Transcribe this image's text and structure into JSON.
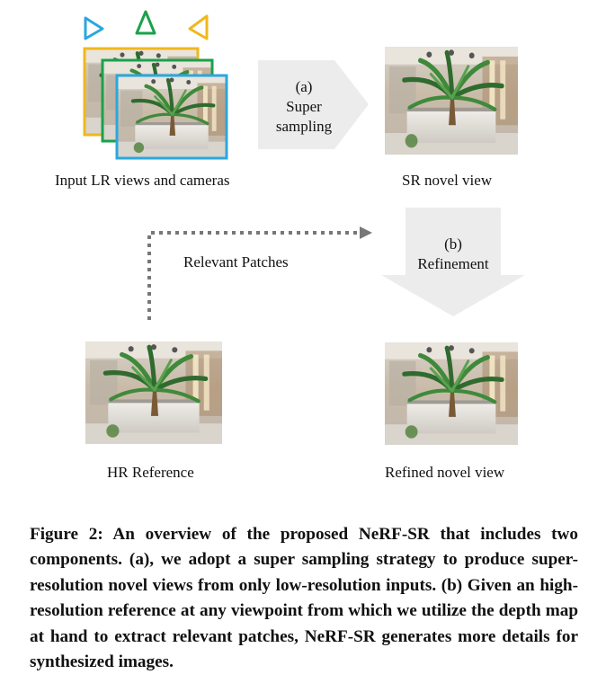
{
  "labels": {
    "input_views": "Input LR views and cameras",
    "sr_novel_view": "SR novel view",
    "relevant_patches": "Relevant Patches",
    "hr_reference": "HR Reference",
    "refined_novel_view": "Refined novel view"
  },
  "arrow_a": {
    "line1": "(a)",
    "line2": "Super",
    "line3": "sampling"
  },
  "arrow_b": {
    "line1": "(b)",
    "line2": "Refinement"
  },
  "camera_colors": {
    "cyan": "#2aa7df",
    "green": "#1aa24a",
    "yellow": "#f0b81c"
  },
  "caption": "Figure 2: An overview of the proposed NeRF-SR that includes two components. (a), we adopt a super sampling strategy to produce super-resolution novel views from only low-resolution inputs. (b) Given an high-resolution reference at any viewpoint from which we utilize the depth map at hand to extract relevant patches, NeRF-SR generates more details for synthesized images."
}
